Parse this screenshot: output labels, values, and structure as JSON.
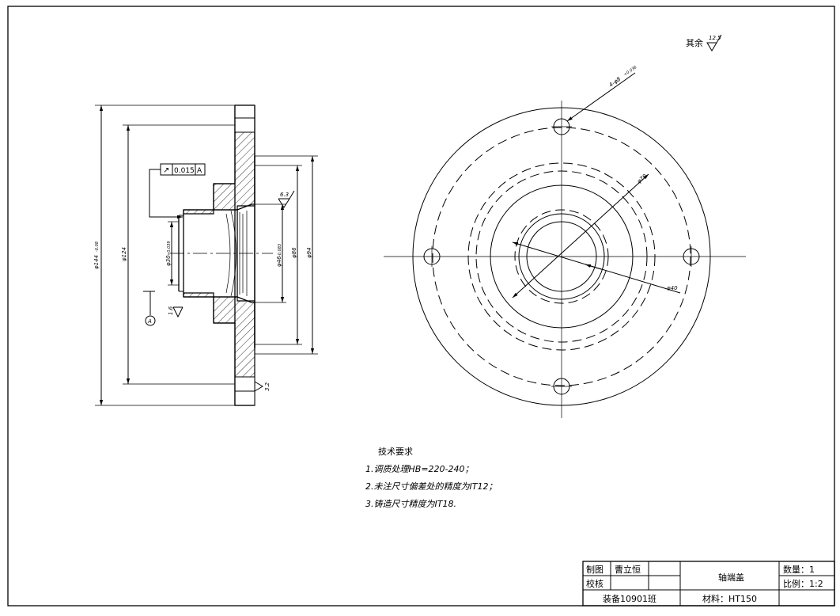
{
  "surface_finish_note": {
    "prefix": "其余",
    "value": "12.5"
  },
  "hole_callout": "4-φ8",
  "hole_callout_tol": "+0.036",
  "front_dims": {
    "d40": "φ40",
    "d70": "φ70"
  },
  "side_dims": {
    "d144": "φ144",
    "d144_tol": "-0.08",
    "d124": "φ124",
    "d30": "φ30",
    "d30_tol": "+0.039",
    "d46": "φ46",
    "d46_tol": "-0.083",
    "d86": "φ86",
    "d94": "φ94",
    "rough_6_3": "6.3",
    "rough_1_6": "1.6",
    "rough_3_2": "3.2",
    "datum": "A"
  },
  "tolerance_frame": {
    "symbol": "↗",
    "value": "0.015",
    "datum": "A"
  },
  "tech_notes": {
    "title": "技术要求",
    "items": [
      "1.调质处理HB=220-240；",
      "2.未注尺寸偏差处的精度为IT12；",
      "3.铸造尺寸精度为IT18."
    ]
  },
  "title_block": {
    "drawn_label": "制图",
    "drawn_name": "曹立恒",
    "check_label": "校核",
    "class_label": "装备10901班",
    "part_name": "轴端盖",
    "material": "材料：HT150",
    "quantity": "数量：1",
    "scale": "比例：1:2"
  }
}
